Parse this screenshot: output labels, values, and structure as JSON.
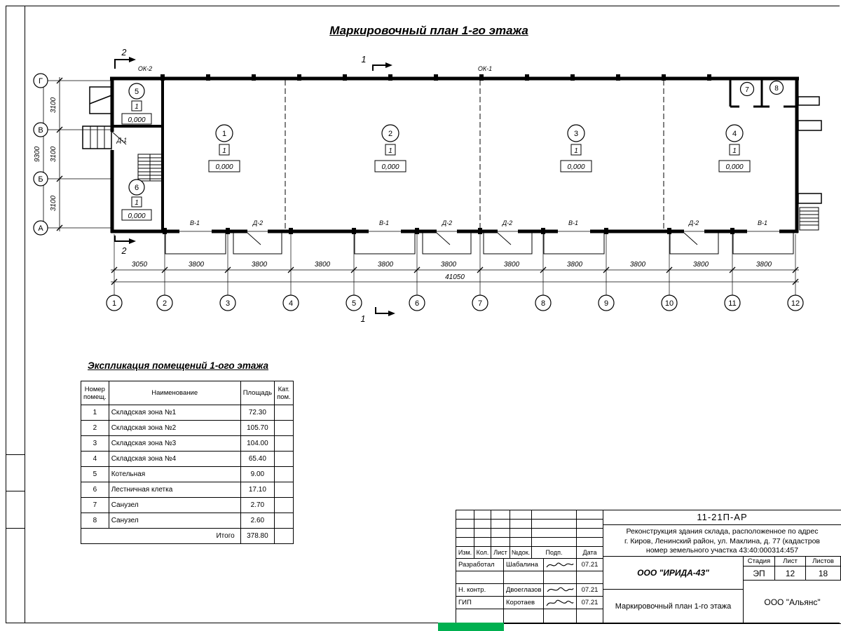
{
  "colors": {
    "line": "#000000",
    "background": "#ffffff",
    "taskbar_green": "#00B050"
  },
  "page": {
    "title": "Маркировочный план 1-го этажа"
  },
  "plan": {
    "axis_letters": [
      "Г",
      "В",
      "Б",
      "А"
    ],
    "axis_numbers": [
      "1",
      "2",
      "3",
      "4",
      "5",
      "6",
      "7",
      "8",
      "9",
      "10",
      "11",
      "12"
    ],
    "dims_left": [
      "3100",
      "3100",
      "3100"
    ],
    "dim_left_total": "9300",
    "dims_bottom": [
      "3050",
      "3800",
      "3800",
      "3800",
      "3800",
      "3800",
      "3800",
      "3800",
      "3800",
      "3800",
      "3800"
    ],
    "dim_bottom_total": "41050",
    "sections": {
      "cut1": "1",
      "cut2": "2"
    },
    "window_labels": {
      "ok1": "ОК-1",
      "ok2": "ОК-2"
    },
    "door_label": "Д-1",
    "opening_labels": [
      "В-1",
      "Д-2",
      "В-1",
      "Д-2",
      "Д-2",
      "В-1",
      "Д-2",
      "В-1"
    ],
    "rooms": [
      {
        "num": "1",
        "storey": "1",
        "elev": "0,000"
      },
      {
        "num": "2",
        "storey": "1",
        "elev": "0,000"
      },
      {
        "num": "3",
        "storey": "1",
        "elev": "0,000"
      },
      {
        "num": "4",
        "storey": "1",
        "elev": "0,000"
      },
      {
        "num": "5",
        "storey": "1",
        "elev": "0,000"
      },
      {
        "num": "6",
        "storey": "1",
        "elev": "0,000"
      },
      {
        "num": "7"
      },
      {
        "num": "8"
      }
    ]
  },
  "explication": {
    "title": "Экспликация помещений 1-ого этажа",
    "headers": {
      "num": "Номер помещ.",
      "name": "Наименование",
      "area": "Площадь",
      "cat": "Кат. пом."
    },
    "rows": [
      {
        "num": "1",
        "name": "Складская зона №1",
        "area": "72.30"
      },
      {
        "num": "2",
        "name": "Складская зона №2",
        "area": "105.70"
      },
      {
        "num": "3",
        "name": "Складская зона №3",
        "area": "104.00"
      },
      {
        "num": "4",
        "name": "Складская зона №4",
        "area": "65.40"
      },
      {
        "num": "5",
        "name": "Котельная",
        "area": "9.00"
      },
      {
        "num": "6",
        "name": "Лестничная клетка",
        "area": "17.10"
      },
      {
        "num": "7",
        "name": "Санузел",
        "area": "2.70"
      },
      {
        "num": "8",
        "name": "Санузел",
        "area": "2.60"
      }
    ],
    "total_label": "Итого",
    "total_area": "378.80"
  },
  "titleblock": {
    "doc_code": "11-21П-АР",
    "project_line1": "Реконструкция здания склада, расположенное по адрес",
    "project_line2": "г. Киров, Ленинский район, ул. Маклина, д. 77 (кадастров",
    "project_line3": "номер земельного участка 43:40:000314:457",
    "header_cols": [
      "Изм.",
      "Кол.",
      "Лист",
      "№док.",
      "Подп.",
      "Дата"
    ],
    "rows": [
      {
        "role": "Разработал",
        "name": "Шабалина",
        "date": "07.21"
      },
      {
        "role": "Н. контр.",
        "name": "Двоеглазов",
        "date": "07.21"
      },
      {
        "role": "ГИП",
        "name": "Коротаев",
        "date": "07.21"
      }
    ],
    "org1": "ООО \"ИРИДА-43\"",
    "drawing_title": "Маркировочный план 1-го этажа",
    "stage_label": "Стадия",
    "sheet_label": "Лист",
    "sheets_label": "Листов",
    "stage": "ЭП",
    "sheet": "12",
    "sheets": "18",
    "org2": "ООО \"Альянс\""
  }
}
